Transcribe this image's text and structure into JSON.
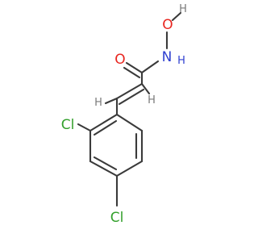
{
  "molecule": {
    "atoms": {
      "o_carbonyl": {
        "label": "O",
        "color": "#e8251f"
      },
      "n_amide": {
        "label": "N",
        "color": "#2f3fd0"
      },
      "h_on_n": {
        "label": "H",
        "color": "#2f3fd0"
      },
      "o_hydroxyl": {
        "label": "O",
        "color": "#e8251f"
      },
      "h_hydroxyl": {
        "label": "H",
        "color": "#7a7a7a"
      },
      "h_vinyl_1": {
        "label": "H",
        "color": "#7a7a7a"
      },
      "h_vinyl_2": {
        "label": "H",
        "color": "#7a7a7a"
      },
      "cl_ortho": {
        "label": "Cl",
        "color": "#33a02c"
      },
      "cl_para": {
        "label": "Cl",
        "color": "#33a02c"
      }
    },
    "bond_color": "#3a3a3a"
  }
}
